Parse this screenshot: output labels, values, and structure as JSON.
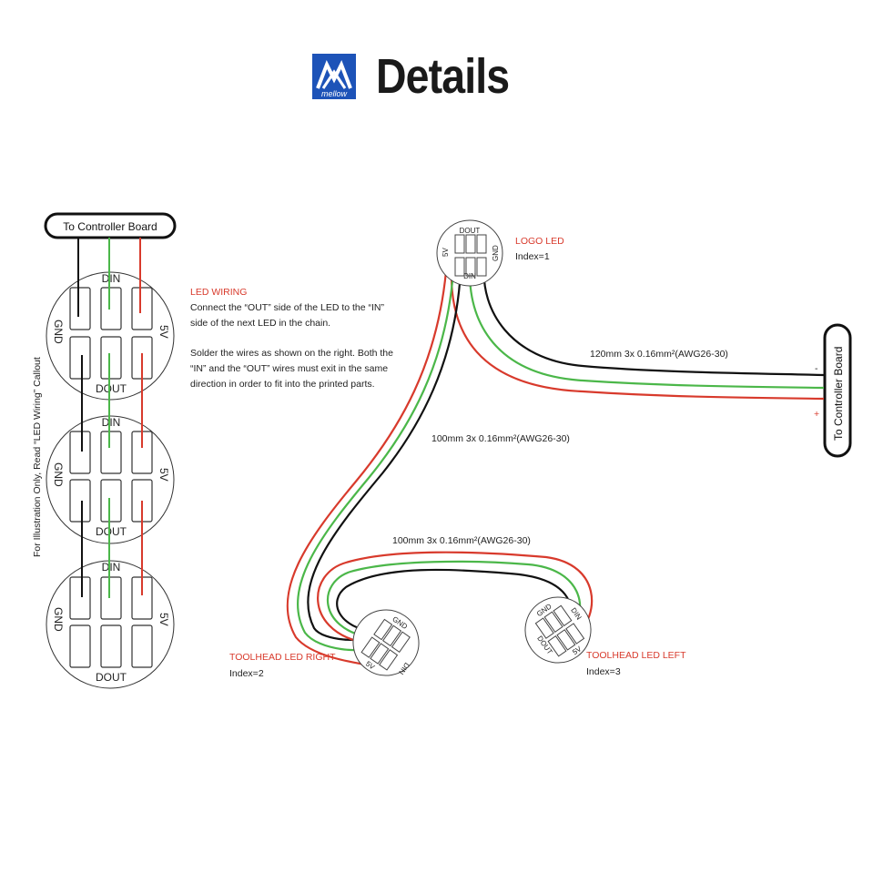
{
  "header": {
    "title": "Details",
    "logo_text": "mellow"
  },
  "side_note": "For Illustration Only, Read “LED Wiring” Callout",
  "left_connector": "To Controller Board",
  "right_connector": "To Controller Board",
  "pads": {
    "din": "DIN",
    "dout": "DOUT",
    "gnd": "GND",
    "v5": "5V",
    "din_small": "DIN",
    "dout_small": "DOUT"
  },
  "wiring": {
    "title": "LED WIRING",
    "lines": [
      "Connect the “OUT” side of the LED to the “IN”",
      "side of the next LED in the chain.",
      "",
      "Solder the wires as shown on the right. Both the",
      "“IN” and the “OUT” wires must exit in the same",
      "direction in order to fit into the printed parts."
    ]
  },
  "leds": [
    {
      "name": "LOGO LED",
      "index": "Index=1"
    },
    {
      "name": "TOOLHEAD LED RIGHT",
      "index": "Index=2"
    },
    {
      "name": "TOOLHEAD LED LEFT",
      "index": "Index=3"
    }
  ],
  "cables": [
    {
      "label": "120mm 3x 0.16mm²(AWG26-30)"
    },
    {
      "label": "100mm 3x 0.16mm²(AWG26-30)"
    },
    {
      "label": "100mm 3x 0.16mm²(AWG26-30)"
    }
  ],
  "polarity": {
    "minus": "-",
    "plus": "+"
  },
  "colors": {
    "red": "#d83a2c",
    "green": "#4bb749",
    "black": "#111111",
    "brand": "#1d53b8"
  }
}
